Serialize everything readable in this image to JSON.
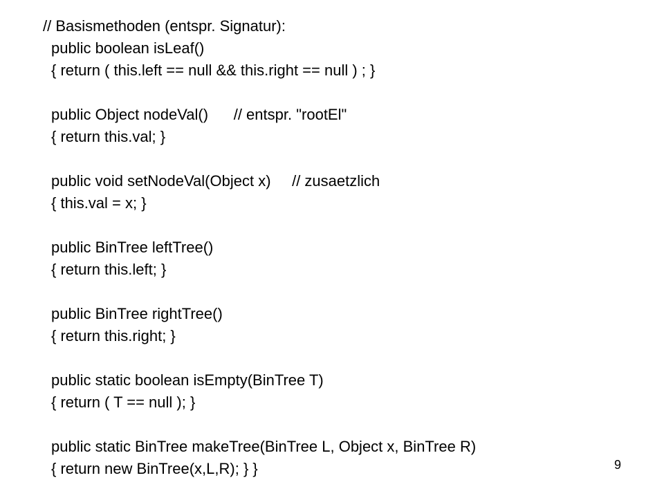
{
  "slide": {
    "lines": [
      "// Basismethoden (entspr. Signatur):",
      "public boolean isLeaf()",
      "{ return ( this.left == null && this.right == null ) ; }",
      "",
      "public Object nodeVal()      // entspr. \"rootEl\"",
      "{ return this.val; }",
      "",
      "public void setNodeVal(Object x)     // zusaetzlich",
      "{ this.val = x; }",
      "",
      "public BinTree leftTree()",
      "{ return this.left; }",
      "",
      "public BinTree rightTree()",
      "{ return this.right; }",
      "",
      "public static boolean isEmpty(BinTree T)",
      "{ return ( T == null ); }",
      "",
      "public static BinTree makeTree(BinTree L, Object x, BinTree R)",
      "{ return new BinTree(x,L,R); } }"
    ],
    "page_number": "9"
  }
}
